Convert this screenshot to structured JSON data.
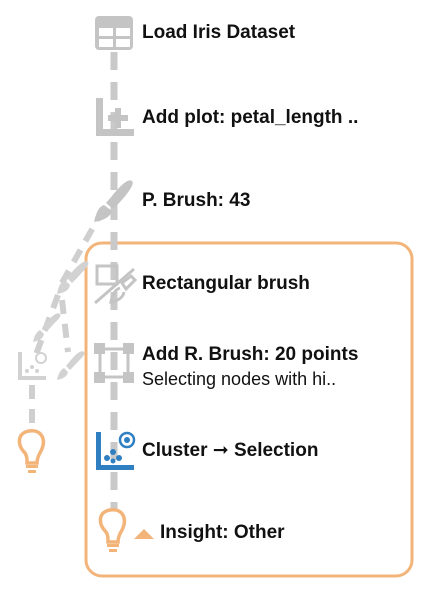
{
  "colors": {
    "node_gray": "#bfbfbf",
    "accent_orange": "#f3b47a",
    "cluster_blue": "#2f7fc2"
  },
  "nodes": [
    {
      "label": "Load Iris Dataset",
      "icon": "table-icon"
    },
    {
      "label": "Add plot: petal_length ..",
      "icon": "add-plot-icon"
    },
    {
      "label": "P. Brush: 43",
      "icon": "paintbrush-icon"
    },
    {
      "label": "Rectangular brush",
      "icon": "rectangular-brush-icon"
    },
    {
      "label": "Add R. Brush: 20 points",
      "sublabel": "Selecting nodes with hi..",
      "icon": "selection-square-icon"
    },
    {
      "label_part1": "Cluster",
      "arrow": "➞",
      "label_part2": "Selection",
      "icon": "cluster-scatter-icon"
    },
    {
      "label": "Insight: Other",
      "icon": "lightbulb-icon",
      "expand_icon": "triangle-up-icon"
    }
  ],
  "branch": {
    "icons": [
      "paintbrush-icon",
      "paintbrush-icon",
      "scatter-icon",
      "paintbrush-icon",
      "lightbulb-icon"
    ]
  }
}
